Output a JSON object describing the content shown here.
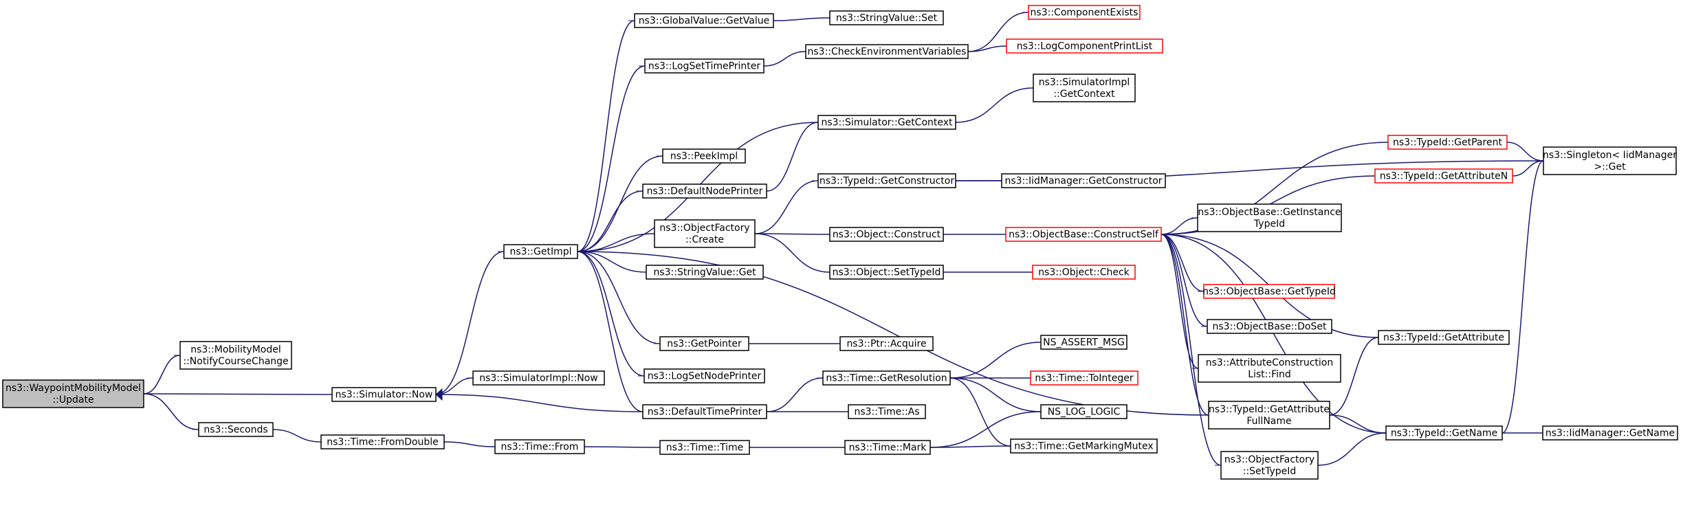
{
  "diagram": {
    "type": "call-graph",
    "colors": {
      "edge": "#191970",
      "node_border": "#000000",
      "truncated_node_border": "#ff0000",
      "root_fill": "#bfbfbf",
      "node_fill": "#ffffff"
    },
    "nodes": [
      {
        "id": "wmm_update",
        "lines": [
          "ns3::WaypointMobilityModel",
          "::Update"
        ],
        "style": "root"
      },
      {
        "id": "mm_notify",
        "lines": [
          "ns3::MobilityModel",
          "::NotifyCourseChange"
        ],
        "style": "normal"
      },
      {
        "id": "sim_now",
        "lines": [
          "ns3::Simulator::Now"
        ],
        "style": "normal"
      },
      {
        "id": "seconds",
        "lines": [
          "ns3::Seconds"
        ],
        "style": "normal"
      },
      {
        "id": "getimpl",
        "lines": [
          "ns3::GetImpl"
        ],
        "style": "normal"
      },
      {
        "id": "simimpl_now",
        "lines": [
          "ns3::SimulatorImpl::Now"
        ],
        "style": "normal"
      },
      {
        "id": "time_fromdouble",
        "lines": [
          "ns3::Time::FromDouble"
        ],
        "style": "normal"
      },
      {
        "id": "gv_getvalue",
        "lines": [
          "ns3::GlobalValue::GetValue"
        ],
        "style": "normal"
      },
      {
        "id": "logsettimeprinter",
        "lines": [
          "ns3::LogSetTimePrinter"
        ],
        "style": "normal"
      },
      {
        "id": "peekimpl",
        "lines": [
          "ns3::PeekImpl"
        ],
        "style": "normal"
      },
      {
        "id": "defaultnodeprinter",
        "lines": [
          "ns3::DefaultNodePrinter"
        ],
        "style": "normal"
      },
      {
        "id": "objfactory_create",
        "lines": [
          "ns3::ObjectFactory",
          "::Create"
        ],
        "style": "normal"
      },
      {
        "id": "stringvalue_get",
        "lines": [
          "ns3::StringValue::Get"
        ],
        "style": "normal"
      },
      {
        "id": "getpointer",
        "lines": [
          "ns3::GetPointer"
        ],
        "style": "normal"
      },
      {
        "id": "logsetnodeprinter",
        "lines": [
          "ns3::LogSetNodePrinter"
        ],
        "style": "normal"
      },
      {
        "id": "defaulttimeprinter",
        "lines": [
          "ns3::DefaultTimePrinter"
        ],
        "style": "normal"
      },
      {
        "id": "time_from",
        "lines": [
          "ns3::Time::From"
        ],
        "style": "normal"
      },
      {
        "id": "stringvalue_set",
        "lines": [
          "ns3::StringValue::Set"
        ],
        "style": "normal"
      },
      {
        "id": "checkenv",
        "lines": [
          "ns3::CheckEnvironmentVariables"
        ],
        "style": "normal"
      },
      {
        "id": "sim_getcontext",
        "lines": [
          "ns3::Simulator::GetContext"
        ],
        "style": "normal"
      },
      {
        "id": "typeid_getconstructor",
        "lines": [
          "ns3::TypeId::GetConstructor"
        ],
        "style": "normal"
      },
      {
        "id": "object_construct",
        "lines": [
          "ns3::Object::Construct"
        ],
        "style": "normal"
      },
      {
        "id": "object_settypeid",
        "lines": [
          "ns3::Object::SetTypeId"
        ],
        "style": "normal"
      },
      {
        "id": "ptr_acquire",
        "lines": [
          "ns3::Ptr::Acquire"
        ],
        "style": "normal"
      },
      {
        "id": "time_getresolution",
        "lines": [
          "ns3::Time::GetResolution"
        ],
        "style": "normal"
      },
      {
        "id": "time_as",
        "lines": [
          "ns3::Time::As"
        ],
        "style": "normal"
      },
      {
        "id": "time_time",
        "lines": [
          "ns3::Time::Time"
        ],
        "style": "normal"
      },
      {
        "id": "time_mark",
        "lines": [
          "ns3::Time::Mark"
        ],
        "style": "normal"
      },
      {
        "id": "componentexists",
        "lines": [
          "ns3::ComponentExists"
        ],
        "style": "truncated"
      },
      {
        "id": "logcomponentprintlist",
        "lines": [
          "ns3::LogComponentPrintList"
        ],
        "style": "truncated"
      },
      {
        "id": "simimpl_getcontext",
        "lines": [
          "ns3::SimulatorImpl",
          "::GetContext"
        ],
        "style": "normal"
      },
      {
        "id": "iidmanager_getconstructor",
        "lines": [
          "ns3::IidManager::GetConstructor"
        ],
        "style": "normal"
      },
      {
        "id": "objectbase_constructself",
        "lines": [
          "ns3::ObjectBase::ConstructSelf"
        ],
        "style": "truncated"
      },
      {
        "id": "object_check",
        "lines": [
          "ns3::Object::Check"
        ],
        "style": "truncated"
      },
      {
        "id": "ns_assert_msg",
        "lines": [
          "NS_ASSERT_MSG"
        ],
        "style": "normal"
      },
      {
        "id": "time_tointeger",
        "lines": [
          "ns3::Time::ToInteger"
        ],
        "style": "truncated"
      },
      {
        "id": "ns_log_logic",
        "lines": [
          "NS_LOG_LOGIC"
        ],
        "style": "normal"
      },
      {
        "id": "time_getmarkingmutex",
        "lines": [
          "ns3::Time::GetMarkingMutex"
        ],
        "style": "normal"
      },
      {
        "id": "typeid_getparent",
        "lines": [
          "ns3::TypeId::GetParent"
        ],
        "style": "truncated"
      },
      {
        "id": "typeid_getattributen",
        "lines": [
          "ns3::TypeId::GetAttributeN"
        ],
        "style": "truncated"
      },
      {
        "id": "objectbase_getinstancetypeid",
        "lines": [
          "ns3::ObjectBase::GetInstance",
          "TypeId"
        ],
        "style": "normal"
      },
      {
        "id": "objectbase_gettypeid",
        "lines": [
          "ns3::ObjectBase::GetTypeId"
        ],
        "style": "truncated"
      },
      {
        "id": "objectbase_doset",
        "lines": [
          "ns3::ObjectBase::DoSet"
        ],
        "style": "normal"
      },
      {
        "id": "attrconstructionlist_find",
        "lines": [
          "ns3::AttributeConstruction",
          "List::Find"
        ],
        "style": "normal"
      },
      {
        "id": "typeid_getattributefullname",
        "lines": [
          "ns3::TypeId::GetAttribute",
          "FullName"
        ],
        "style": "normal"
      },
      {
        "id": "objfactory_settypeid",
        "lines": [
          "ns3::ObjectFactory",
          "::SetTypeId"
        ],
        "style": "normal"
      },
      {
        "id": "singleton_get",
        "lines": [
          "ns3::Singleton< IidManager",
          " >::Get"
        ],
        "style": "normal"
      },
      {
        "id": "typeid_getattribute",
        "lines": [
          "ns3::TypeId::GetAttribute"
        ],
        "style": "normal"
      },
      {
        "id": "typeid_getname",
        "lines": [
          "ns3::TypeId::GetName"
        ],
        "style": "normal"
      },
      {
        "id": "iidmanager_getname",
        "lines": [
          "ns3::IidManager::GetName"
        ],
        "style": "normal"
      }
    ]
  }
}
